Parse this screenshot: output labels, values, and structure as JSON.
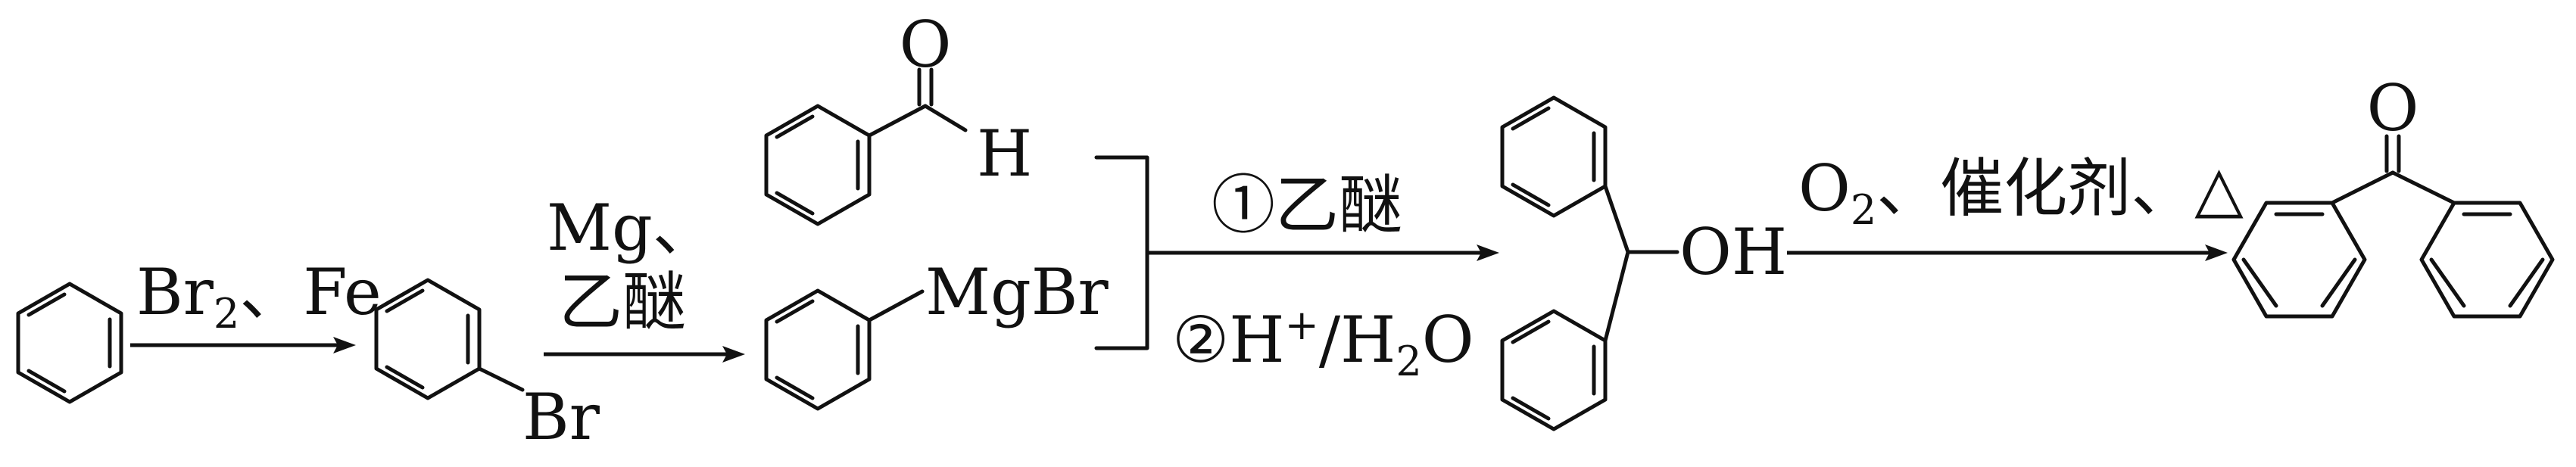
{
  "step1": {
    "reagent_base": "Br",
    "reagent_sub": "2",
    "reagent_rest": "、Fe"
  },
  "bromobenzene": {
    "label": "Br"
  },
  "step2": {
    "line1": "Mg、",
    "line2": "乙醚"
  },
  "benzaldehyde": {
    "o_label": "O",
    "h_label": "H"
  },
  "grignard": {
    "label": "MgBr"
  },
  "step3": {
    "top": "①乙醚",
    "bottom_prefix": "②H",
    "bottom_sup": "+",
    "bottom_mid": "/H",
    "bottom_sub": "2",
    "bottom_end": "O"
  },
  "alcohol": {
    "label": "OH"
  },
  "step4": {
    "o": "O",
    "o_sub": "2",
    "rest": "、催化剂、△"
  },
  "ketone": {
    "o_label": "O"
  }
}
